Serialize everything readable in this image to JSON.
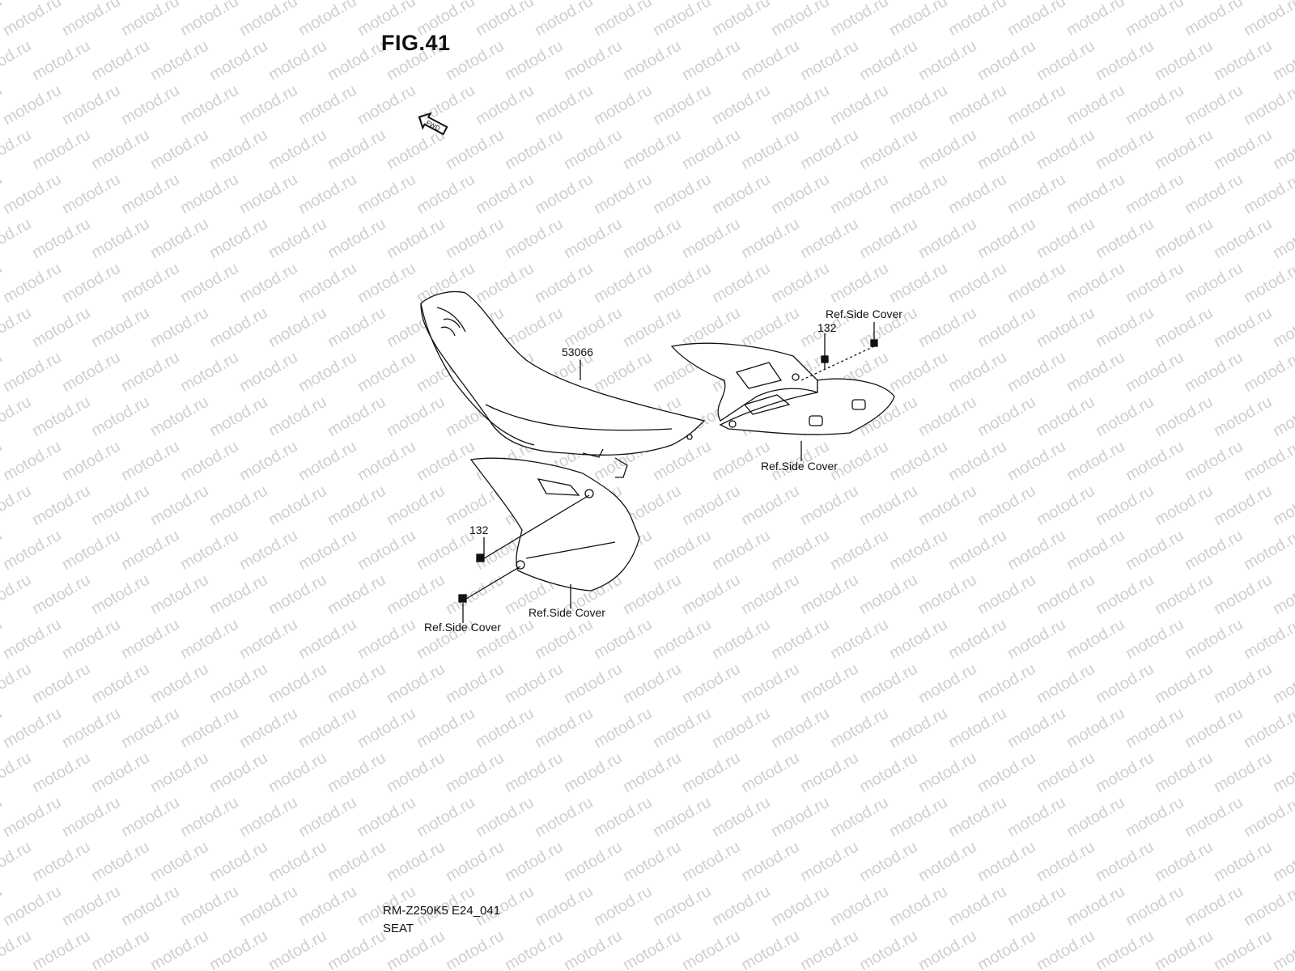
{
  "figure": {
    "title": "FIG.41",
    "fwd_label": "FWD"
  },
  "watermark": {
    "text": "motod.ru"
  },
  "callouts": {
    "seat_part_no": "53066",
    "bolt_right": "132",
    "ref_right_top": "Ref.Side Cover",
    "ref_right_bottom": "Ref.Side Cover",
    "bolt_left": "132",
    "ref_left_cover": "Ref.Side Cover",
    "ref_left_bolt": "Ref.Side Cover"
  },
  "footer": {
    "model_code": "RM-Z250K5 E24_041",
    "section": "SEAT"
  },
  "colors": {
    "line": "#111111",
    "watermark": "#cfcfcf"
  }
}
